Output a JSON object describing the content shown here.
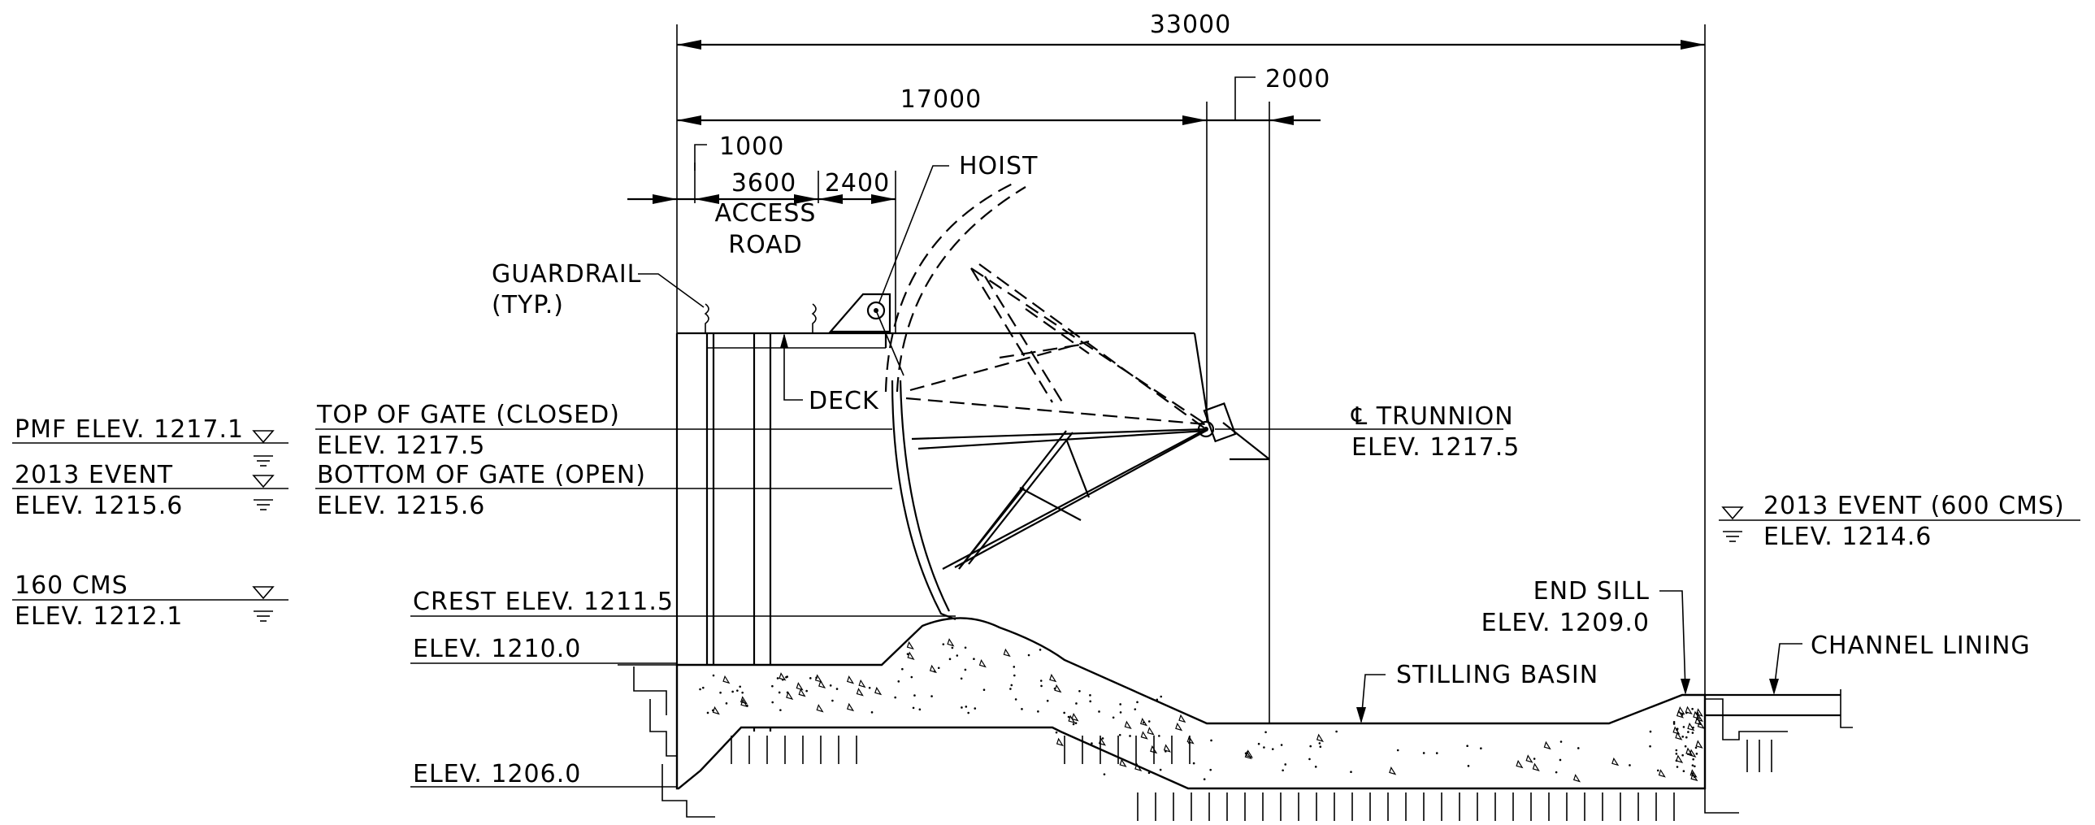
{
  "dimensions": {
    "overall": "33000",
    "gate_span": "17000",
    "trunnion_offset": "2000",
    "small_offset": "1000",
    "access_road_width": "3600",
    "deck_width": "2400"
  },
  "labels": {
    "access_road_line1": "ACCESS",
    "access_road_line2": "ROAD",
    "hoist": "HOIST",
    "guardrail_line1": "GUARDRAIL",
    "guardrail_line2": "(TYP.)",
    "deck": "DECK",
    "trunnion_line1": "℄ TRUNNION",
    "trunnion_line2": "ELEV. 1217.5",
    "top_of_gate_line1": "TOP OF GATE (CLOSED)",
    "top_of_gate_line2": "ELEV. 1217.5",
    "bottom_of_gate_line1": "BOTTOM OF GATE (OPEN)",
    "bottom_of_gate_line2": "ELEV. 1215.6",
    "crest": "CREST ELEV. 1211.5",
    "elev_1210": "ELEV. 1210.0",
    "elev_1206": "ELEV. 1206.0",
    "end_sill_line1": "END SILL",
    "end_sill_line2": "ELEV. 1209.0",
    "stilling_basin": "STILLING BASIN",
    "channel_lining": "CHANNEL LINING"
  },
  "water_levels": {
    "pmf_line1": "PMF ELEV. 1217.1",
    "event_2013_line1": "2013 EVENT",
    "event_2013_line2": "ELEV. 1215.6",
    "cms160_line1": "160 CMS",
    "cms160_line2": "ELEV. 1212.1",
    "downstream_line1": "2013 EVENT (600 CMS)",
    "downstream_line2": "ELEV. 1214.6"
  }
}
